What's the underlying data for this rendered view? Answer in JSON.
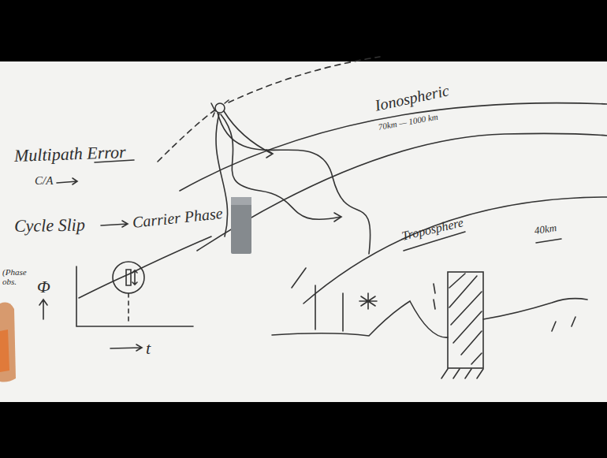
{
  "diagram": {
    "labels": [
      "Multipath Error",
      "C/A",
      "Cycle Slip",
      "Carrier Phase",
      "(Phase obs.",
      "Φ",
      "t",
      "Ionospheric",
      "70km — 1000 km",
      "Troposphere",
      "40km"
    ]
  }
}
